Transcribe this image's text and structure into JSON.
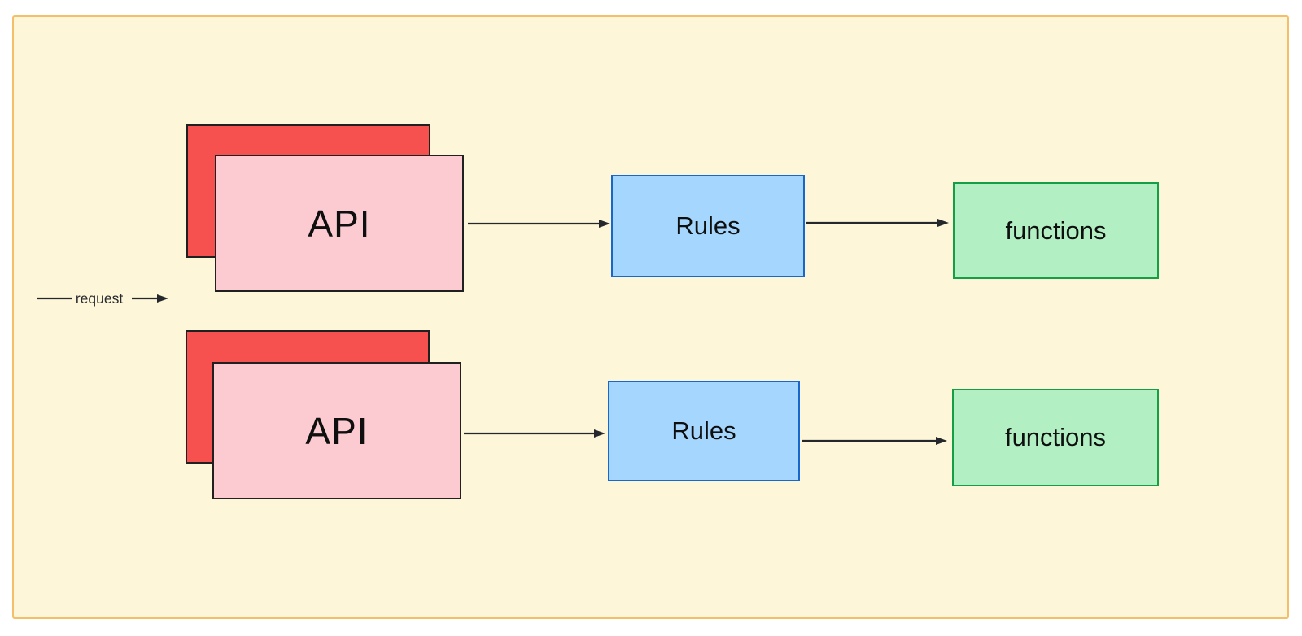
{
  "diagram": {
    "request_label": "request",
    "rows": [
      {
        "api": "API",
        "rules": "Rules",
        "functions": "functions"
      },
      {
        "api": "API",
        "rules": "Rules",
        "functions": "functions"
      }
    ],
    "colors": {
      "canvas_background": "#FDF6D8",
      "canvas_border": "#F5BE68",
      "api_stack_back_fill": "#F6514F",
      "api_stack_front_fill": "#FBCBD1",
      "box_dark_border": "#202020",
      "rules_fill": "#A5D6FD",
      "rules_border": "#1767CE",
      "functions_fill": "#B2F0C4",
      "functions_border": "#149E45",
      "connector": "#24282D",
      "text": "#0F0F0F"
    }
  }
}
